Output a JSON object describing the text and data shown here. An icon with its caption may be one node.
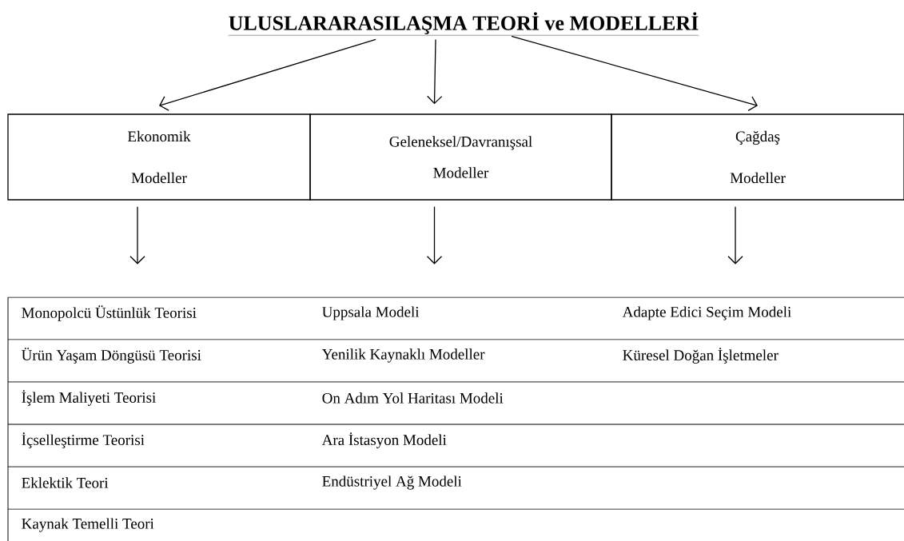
{
  "diagram": {
    "nodes": [
      {
        "text": [
          "ULUSLARARASILAŞMA TEORİ ve MODELLERİ"
        ]
      },
      {
        "text": [
          "Ekonomik Modeller"
        ]
      },
      {
        "text": [
          "Geleneksel/Davranışsal Modeller"
        ]
      },
      {
        "text": [
          "Çağdaş Modeller"
        ]
      }
    ],
    "edges": [
      {
        "from": 0,
        "to": 1,
        "arrow": "to"
      },
      {
        "from": 0,
        "to": 2,
        "arrow": "to"
      },
      {
        "from": 0,
        "to": 3,
        "arrow": "to"
      },
      {
        "from": 1,
        "to": null,
        "arrow": "to"
      },
      {
        "from": 2,
        "to": null,
        "arrow": "to"
      },
      {
        "from": 3,
        "to": null,
        "arrow": "to"
      }
    ],
    "labels": [
      "Monopolcü Üstünlük Teorisi",
      "Uppsala Modeli",
      "Adapte Edici Seçim Modeli",
      "Ürün Yaşam Döngüsü Teorisi",
      "Yenilik Kaynaklı Modeller",
      "Küresel Doğan İşletmeler",
      "İşlem Maliyeti Teorisi",
      "On Adım Yol Haritası Modeli",
      "İçselleştirme Teorisi",
      "Ara İstasyon Modeli",
      "Eklektik Teori",
      "Endüstriyel Ağ Modeli",
      "Kaynak Temelli Teori"
    ]
  }
}
